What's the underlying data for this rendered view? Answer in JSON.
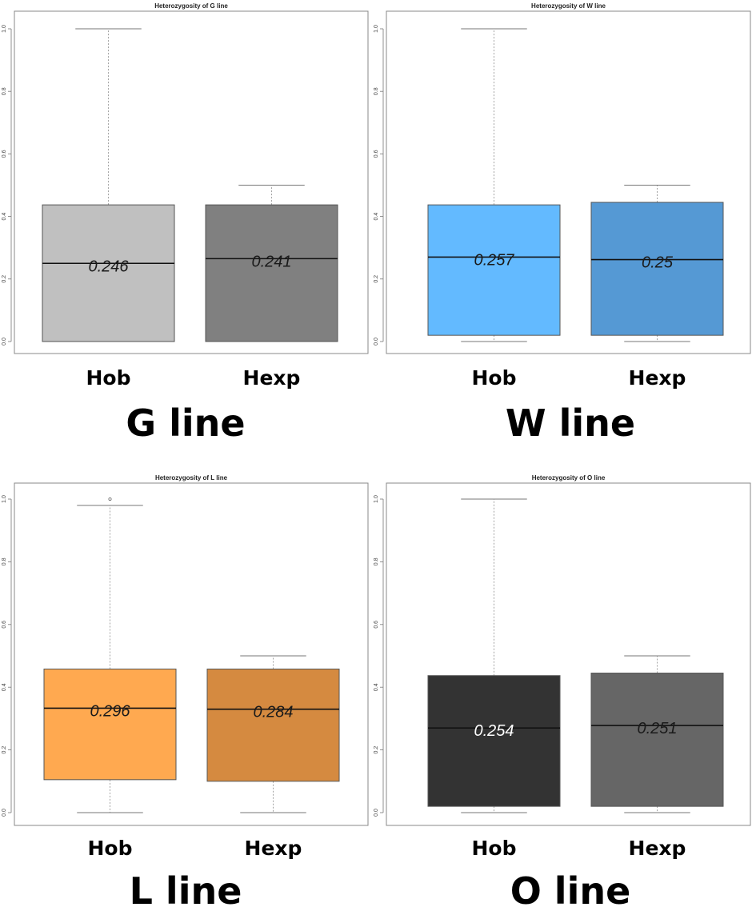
{
  "chart_data": [
    {
      "type": "box",
      "title": "Heterozygosity of G line",
      "caption": "G line",
      "categories": [
        "Hob",
        "Hexp"
      ],
      "ylim": [
        0,
        1
      ],
      "yticks": [
        "0.0",
        "0.2",
        "0.4",
        "0.6",
        "0.8",
        "1.0"
      ],
      "boxes": [
        {
          "name": "Hob",
          "min": 0.0,
          "q1": 0.0,
          "median": 0.25,
          "q3": 0.437,
          "max": 1.0,
          "label": "0.246",
          "color": "#c0c0c0",
          "text_color": "#1a1a1a"
        },
        {
          "name": "Hexp",
          "min": 0.0,
          "q1": 0.0,
          "median": 0.265,
          "q3": 0.437,
          "max": 0.5,
          "label": "0.241",
          "color": "#808080",
          "text_color": "#1a1a1a"
        }
      ]
    },
    {
      "type": "box",
      "title": "Heterozygosity of W line",
      "caption": "W line",
      "categories": [
        "Hob",
        "Hexp"
      ],
      "ylim": [
        0,
        1
      ],
      "yticks": [
        "0.0",
        "0.2",
        "0.4",
        "0.6",
        "0.8",
        "1.0"
      ],
      "boxes": [
        {
          "name": "Hob",
          "min": 0.0,
          "q1": 0.02,
          "median": 0.27,
          "q3": 0.437,
          "max": 1.0,
          "label": "0.257",
          "color": "#63baff",
          "text_color": "#1a1a1a"
        },
        {
          "name": "Hexp",
          "min": 0.0,
          "q1": 0.02,
          "median": 0.262,
          "q3": 0.445,
          "max": 0.5,
          "label": "0.25",
          "color": "#5599d4",
          "text_color": "#1a1a1a"
        }
      ]
    },
    {
      "type": "box",
      "title": "Heterozygosity of L line",
      "caption": "L line",
      "categories": [
        "Hob",
        "Hexp"
      ],
      "ylim": [
        0,
        1
      ],
      "yticks": [
        "0.0",
        "0.2",
        "0.4",
        "0.6",
        "0.8",
        "1.0"
      ],
      "boxes": [
        {
          "name": "Hob",
          "min": 0.0,
          "q1": 0.105,
          "median": 0.333,
          "q3": 0.458,
          "max": 0.98,
          "outliers": [
            1.0
          ],
          "label": "0.296",
          "color": "#ffa950",
          "text_color": "#1a1a1a"
        },
        {
          "name": "Hexp",
          "min": 0.0,
          "q1": 0.1,
          "median": 0.33,
          "q3": 0.458,
          "max": 0.5,
          "label": "0.284",
          "color": "#d58a40",
          "text_color": "#1a1a1a"
        }
      ]
    },
    {
      "type": "box",
      "title": "Heterozygosity of O line",
      "caption": "O line",
      "categories": [
        "Hob",
        "Hexp"
      ],
      "ylim": [
        0,
        1
      ],
      "yticks": [
        "0.0",
        "0.2",
        "0.4",
        "0.6",
        "0.8",
        "1.0"
      ],
      "boxes": [
        {
          "name": "Hob",
          "min": 0.0,
          "q1": 0.02,
          "median": 0.27,
          "q3": 0.437,
          "max": 1.0,
          "label": "0.254",
          "color": "#333333",
          "text_color": "#ffffff"
        },
        {
          "name": "Hexp",
          "min": 0.0,
          "q1": 0.02,
          "median": 0.278,
          "q3": 0.445,
          "max": 0.5,
          "label": "0.251",
          "color": "#666666",
          "text_color": "#1a1a1a"
        }
      ]
    }
  ]
}
